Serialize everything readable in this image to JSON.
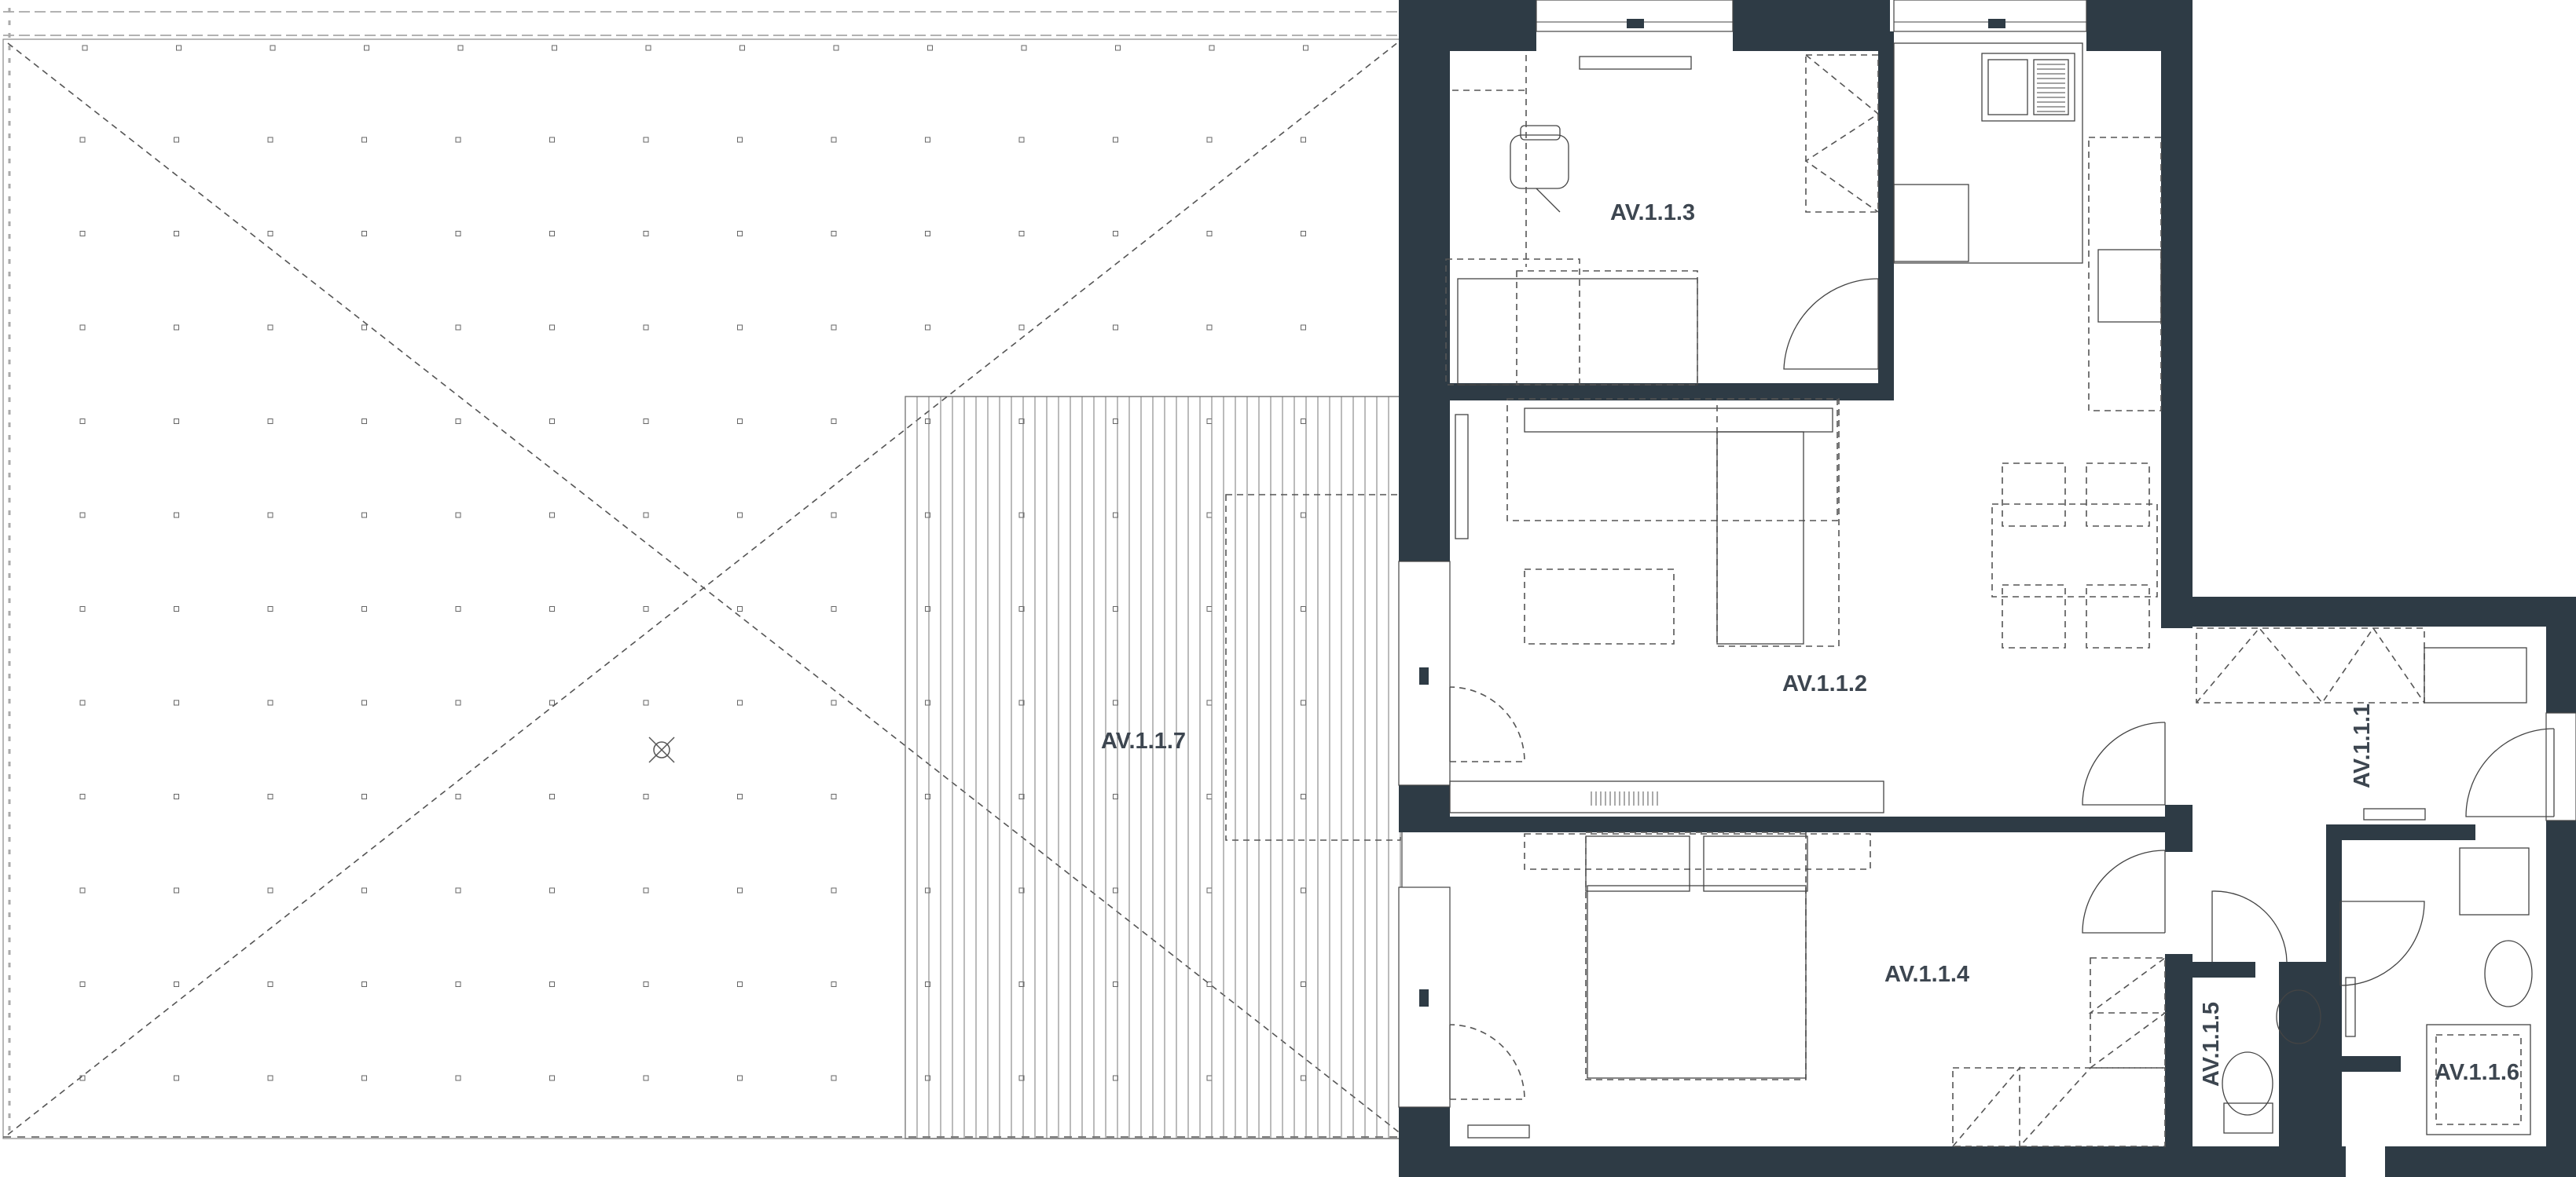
{
  "plan": {
    "wall_color": "#2e3b45",
    "rooms": [
      {
        "id": "AV.1.1.1",
        "label": "AV.1.1.1"
      },
      {
        "id": "AV.1.1.2",
        "label": "AV.1.1.2"
      },
      {
        "id": "AV.1.1.3",
        "label": "AV.1.1.3"
      },
      {
        "id": "AV.1.1.4",
        "label": "AV.1.1.4"
      },
      {
        "id": "AV.1.1.5",
        "label": "AV.1.1.5"
      },
      {
        "id": "AV.1.1.6",
        "label": "AV.1.1.6"
      },
      {
        "id": "AV.1.1.7",
        "label": "AV.1.1.7"
      }
    ]
  }
}
